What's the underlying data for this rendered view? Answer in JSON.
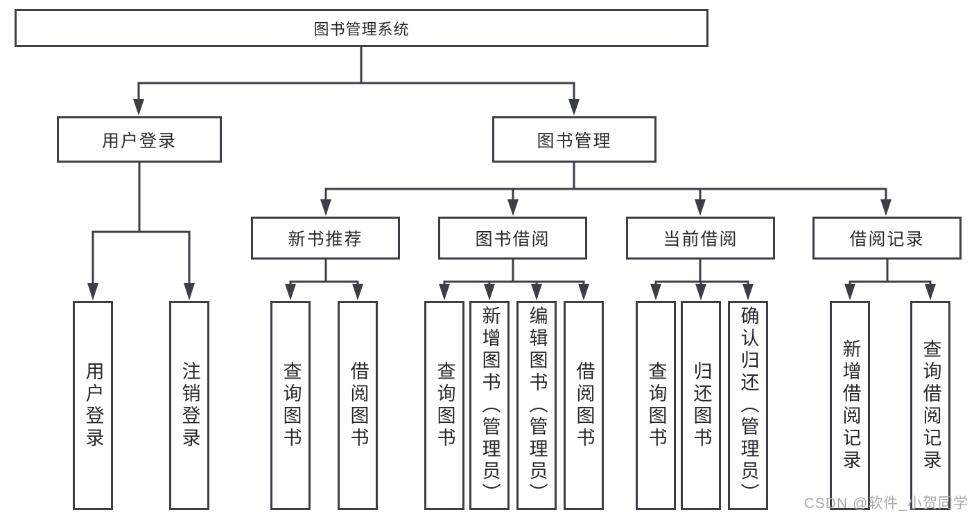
{
  "colors": {
    "line": "#3b3e44",
    "box_border": "#3b3e44",
    "text": "#26282c",
    "watermark": "#aaaaae",
    "background": "#ffffff"
  },
  "watermark": {
    "text": "CSDN @软件_小贺同学"
  },
  "tree": {
    "root": {
      "label": "图书管理系统",
      "children": [
        {
          "label": "用户登录",
          "children": [
            {
              "label": "用户登录"
            },
            {
              "label": "注销登录"
            }
          ]
        },
        {
          "label": "图书管理",
          "children": [
            {
              "label": "新书推荐",
              "children": [
                {
                  "label": "查询图书"
                },
                {
                  "label": "借阅图书"
                }
              ]
            },
            {
              "label": "图书借阅",
              "children": [
                {
                  "label": "查询图书"
                },
                {
                  "label": "新增图书（管理员）"
                },
                {
                  "label": "编辑图书（管理员）"
                },
                {
                  "label": "借阅图书"
                }
              ]
            },
            {
              "label": "当前借阅",
              "children": [
                {
                  "label": "查询图书"
                },
                {
                  "label": "归还图书"
                },
                {
                  "label": "确认归还（管理员）"
                }
              ]
            },
            {
              "label": "借阅记录",
              "children": [
                {
                  "label": "新增借阅记录"
                },
                {
                  "label": "查询借阅记录"
                }
              ]
            }
          ]
        }
      ]
    }
  }
}
